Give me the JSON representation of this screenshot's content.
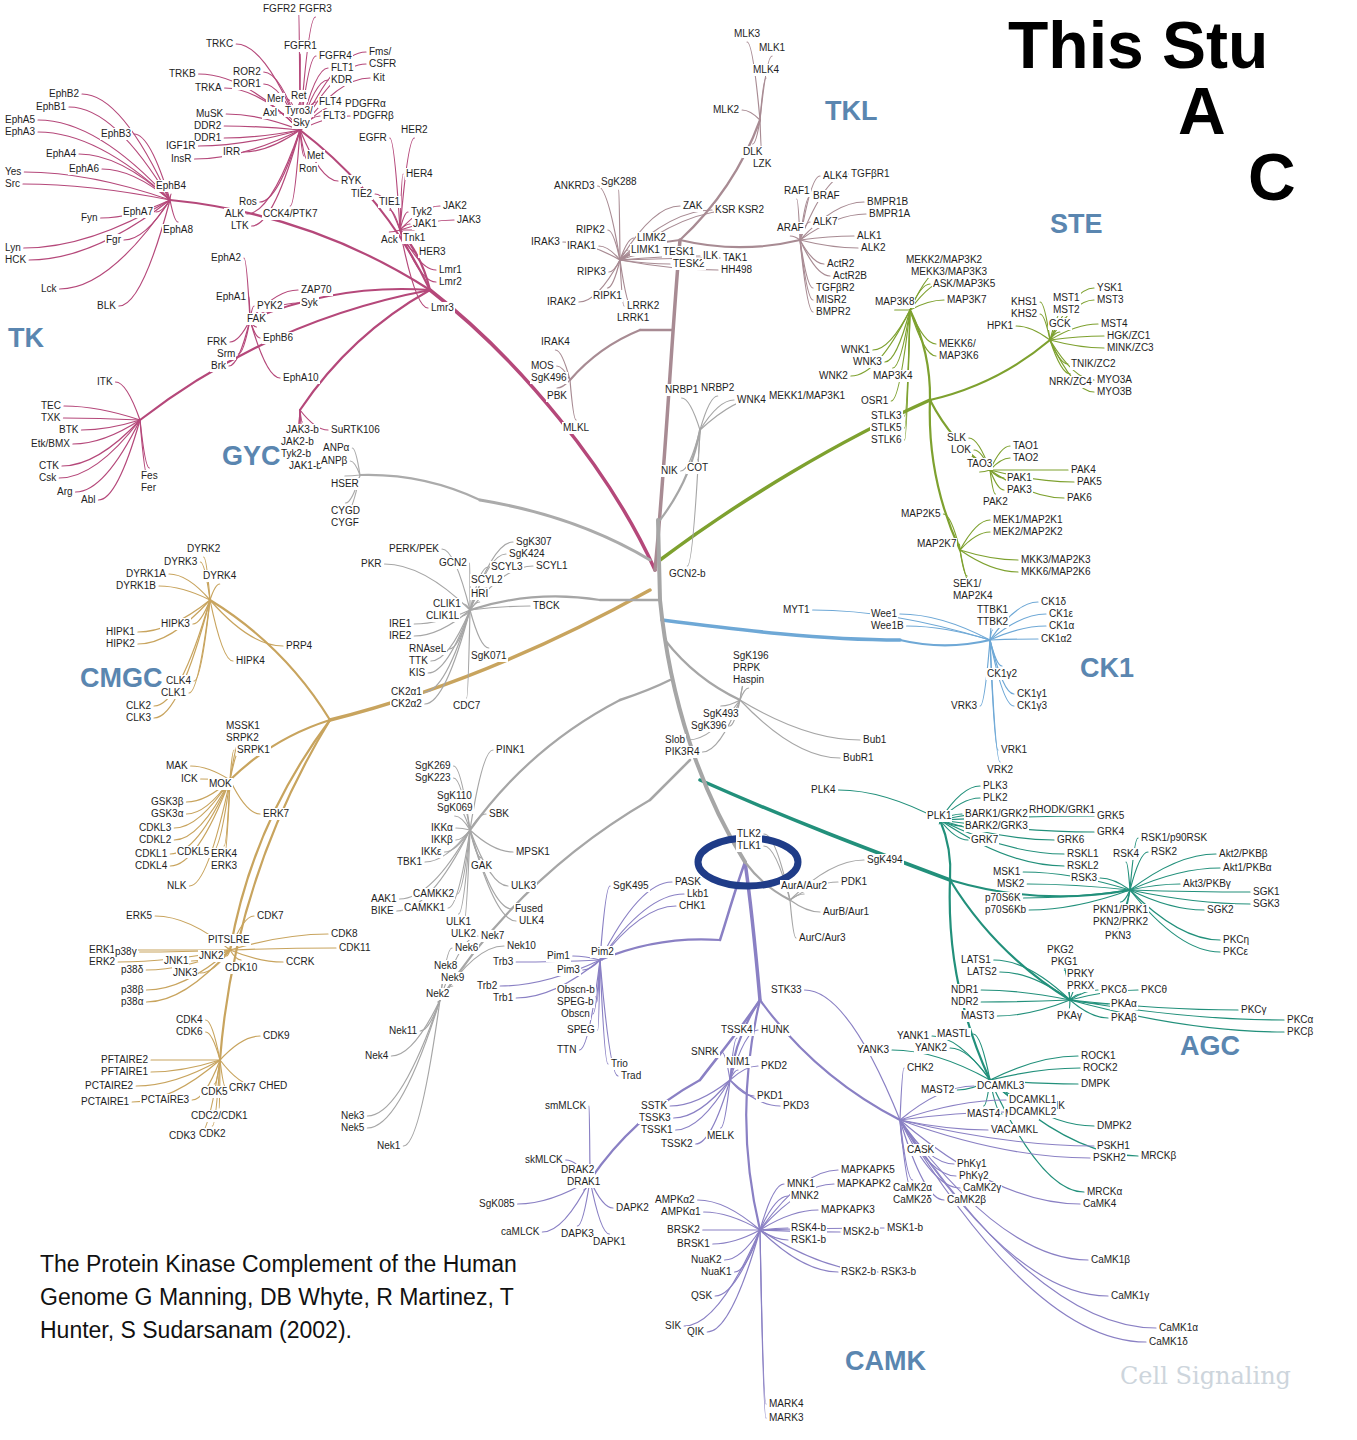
{
  "diagram": {
    "title": "This Stu",
    "caption": "The Protein Kinase Complement of the Human Genome G Manning, DB Whyte, R Martinez, T Hunter, S Sudarsanam (2002).",
    "labels": [
      "A",
      "C",
      "TK",
      "TKL",
      "STE",
      "CK1",
      "AGC",
      "CAMK",
      "CMGC",
      "GYC",
      "Cell Signaling",
      "FGFR2",
      "FGFR3",
      "FGFR1",
      "FGFR4",
      "FLT1",
      "KDR",
      "Fms/",
      "CSFR",
      "Kit",
      "TRKC",
      "TRKB",
      "TRKA",
      "ROR2",
      "ROR1",
      "MuSK",
      "DDR2",
      "DDR1",
      "Mer",
      "Ret",
      "Axl",
      "Tyro3/",
      "Sky",
      "FLT4",
      "FLT3",
      "PDGFRα",
      "PDGFRβ",
      "IGF1R",
      "InsR",
      "IRR",
      "Met",
      "Ron",
      "Ros",
      "ALK",
      "LTK",
      "CCK4/PTK7",
      "RYK",
      "EGFR",
      "HER2",
      "HER4",
      "TIE2",
      "TIE1",
      "Tyk2",
      "JAK1",
      "JAK2",
      "JAK3",
      "Ack",
      "Tnk1",
      "HER3",
      "Lmr1",
      "Lmr2",
      "Lmr3",
      "EphB2",
      "EphB1",
      "EphA5",
      "EphA3",
      "EphB3",
      "EphA4",
      "EphA6",
      "Yes",
      "Src",
      "EphB4",
      "EphA7",
      "Fyn",
      "EphA8",
      "Fgr",
      "Lyn",
      "HCK",
      "Lck",
      "BLK",
      "EphA2",
      "EphA1",
      "PYK2",
      "FAK",
      "ZAP70",
      "Syk",
      "FRK",
      "Srm",
      "Brk",
      "EphB6",
      "EphA10",
      "ITK",
      "TEC",
      "TXK",
      "BTK",
      "Etk/BMX",
      "CTK",
      "Csk",
      "Arg",
      "Abl",
      "Fes",
      "Fer",
      "JAK3-b",
      "JAK2-b",
      "Tyk2-b",
      "JAK1-b",
      "SuRTK106",
      "ANPα",
      "ANPβ",
      "HSER",
      "CYGD",
      "CYGF",
      "DYRK2",
      "DYRK3",
      "DYRK1A",
      "DYRK1B",
      "DYRK4",
      "HIPK3",
      "HIPK1",
      "HIPK2",
      "HIPK4",
      "PRP4",
      "CLK4",
      "CLK1",
      "CLK2",
      "CLK3",
      "MSSK1",
      "SRPK2",
      "SRPK1",
      "MAK",
      "ICK",
      "MOK",
      "GSK3β",
      "GSK3α",
      "CDKL3",
      "CDKL2",
      "CDKL1",
      "CDKL4",
      "CDKL5",
      "ERK4",
      "ERK3",
      "ERK7",
      "NLK",
      "ERK5",
      "ERK1",
      "ERK2",
      "p38γ",
      "p38δ",
      "p38β",
      "p38α",
      "JNK1",
      "JNK3",
      "JNK2",
      "CDK10",
      "PITSLRE",
      "CDK7",
      "CDK8",
      "CDK11",
      "CCRK",
      "CDK4",
      "CDK6",
      "CDK9",
      "PFTAIRE2",
      "PFTAIRE1",
      "PCTAIRE2",
      "PCTAIRE1",
      "PCTAIRE3",
      "CDK5",
      "CRK7",
      "CHED",
      "CDC2/CDK1",
      "CDK3",
      "CDK2",
      "PERK/PEK",
      "PKR",
      "GCN2",
      "SgK307",
      "SgK424",
      "SCYL3",
      "SCYL1",
      "SCYL2",
      "HRI",
      "CLIK1",
      "CLIK1L",
      "TBCK",
      "IRE1",
      "IRE2",
      "RNAseL",
      "TTK",
      "KIS",
      "SgK071",
      "CK2α1",
      "CK2α2",
      "CDC7",
      "PINK1",
      "SgK269",
      "SgK223",
      "SgK110",
      "SgK069",
      "SBK",
      "IKKα",
      "IKKβ",
      "IKKε",
      "TBK1",
      "GAK",
      "MPSK1",
      "AAK1",
      "BIKE",
      "CAMKK1",
      "CAMKK2",
      "ULK1",
      "ULK2",
      "ULK3",
      "Fused",
      "ULK4",
      "Nek6",
      "Nek7",
      "Nek10",
      "Nek8",
      "Nek9",
      "Nek2",
      "Nek11",
      "Nek4",
      "Nek3",
      "Nek5",
      "Nek1",
      "MLK3",
      "MLK1",
      "MLK4",
      "MLK2",
      "DLK",
      "LZK",
      "RAF1",
      "BRAF",
      "ALK4",
      "TGFβR1",
      "ALK7",
      "BMPR1B",
      "BMPR1A",
      "ARAF",
      "ALK1",
      "ALK2",
      "ActR2",
      "ActR2B",
      "TGFβR2",
      "MISR2",
      "BMPR2",
      "ANKRD3",
      "SgK288",
      "ZAK",
      "KSR",
      "KSR2",
      "RIPK2",
      "IRAK3",
      "IRAK1",
      "LIMK2",
      "LIMK1",
      "TESK1",
      "TESK2",
      "ILK",
      "TAK1",
      "HH498",
      "RIPK3",
      "IRAK2",
      "RIPK1",
      "LRRK2",
      "LRRK1",
      "IRAK4",
      "MOS",
      "SgK496",
      "PBK",
      "MLKL",
      "MEKK2/MAP3K2",
      "MEKK3/MAP3K3",
      "ASK/MAP3K5",
      "MAP3K7",
      "MAP3K8",
      "MEKK6/",
      "MAP3K6",
      "WNK1",
      "WNK3",
      "WNK2",
      "MAP3K4",
      "OSR1",
      "STLK3",
      "STLK5",
      "STLK6",
      "KHS1",
      "KHS2",
      "MST1",
      "MST2",
      "YSK1",
      "MST3",
      "GCK",
      "HPK1",
      "MST4",
      "HGK/ZC1",
      "MINK/ZC3",
      "TNIK/ZC2",
      "NRK/ZC4",
      "MYO3A",
      "MYO3B",
      "SLK",
      "LOK",
      "TAO3",
      "TAO1",
      "TAO2",
      "PAK1",
      "PAK3",
      "PAK2",
      "PAK4",
      "PAK5",
      "PAK6",
      "MAP2K5",
      "MEK1/MAP2K1",
      "MEK2/MAP2K2",
      "MAP2K7",
      "MKK3/MAP2K3",
      "MKK6/MAP2K6",
      "SEK1/",
      "MAP2K4",
      "NRBP1",
      "NRBP2",
      "WNK4",
      "MEKK1/MAP3K1",
      "NIK",
      "COT",
      "GCN2-b",
      "MYT1",
      "Wee1",
      "Wee1B",
      "TTBK1",
      "TTBK2",
      "CK1δ",
      "CK1ε",
      "CK1α",
      "CK1α2",
      "CK1γ2",
      "CK1γ1",
      "CK1γ3",
      "VRK3",
      "VRK1",
      "VRK2",
      "SgK196",
      "PRPK",
      "Haspin",
      "SgK493",
      "SgK396",
      "Slob",
      "PIK3R4",
      "Bub1",
      "BubR1",
      "PLK4",
      "PLK3",
      "PLK2",
      "PLK1",
      "BARK1/GRK2",
      "BARK2/GRK3",
      "RHODK/GRK1",
      "GRK7",
      "GRK5",
      "GRK4",
      "GRK6",
      "RSKL1",
      "RSKL2",
      "RSK1/p90RSK",
      "RSK4",
      "RSK2",
      "RSK3",
      "Akt2/PKBβ",
      "Akt1/PKBα",
      "Akt3/PKBγ",
      "SGK1",
      "SGK3",
      "SGK2",
      "MSK1",
      "MSK2",
      "p70S6K",
      "p70S6Kb",
      "PKN1/PRK1",
      "PKN2/PRK2",
      "PKN3",
      "PKCη",
      "PKCε",
      "PKG2",
      "PKG1",
      "LATS1",
      "LATS2",
      "NDR1",
      "NDR2",
      "MAST3",
      "PRKY",
      "PRKX",
      "PKCδ",
      "PKCθ",
      "PKAα",
      "PKAγ",
      "PKAβ",
      "PKCγ",
      "PKCα",
      "PKCβ",
      "YANK1",
      "YANK2",
      "YANK3",
      "MASTL",
      "MAST2",
      "ROCK1",
      "ROCK2",
      "DMPK",
      "CRIK",
      "MAST4",
      "MAST1",
      "DMPK2",
      "MRCKβ",
      "MRCKα",
      "TLK2",
      "TLK1",
      "SgK494",
      "PDK1",
      "AurA/Aur2",
      "AurB/Aur1",
      "AurC/Aur3",
      "SgK495",
      "PASK",
      "Lkb1",
      "CHK1",
      "Pim1",
      "Pim2",
      "Pim3",
      "Trb3",
      "Trb2",
      "Trb1",
      "Obscn-b",
      "SPEG-b",
      "Obscn",
      "SPEG",
      "TTN",
      "Trio",
      "Trad",
      "STK33",
      "CHK2",
      "DCAMKL3",
      "DCAMKL1",
      "DCAMKL2",
      "VACAMKL",
      "PSKH1",
      "PSKH2",
      "CASK",
      "PhKγ1",
      "PhKγ2",
      "CaMK2γ",
      "CaMK2β",
      "CaMK2α",
      "CaMK2δ",
      "CaMK4",
      "CaMK1β",
      "CaMK1γ",
      "CaMK1α",
      "CaMK1δ",
      "TSSK4",
      "HUNK",
      "SNRK",
      "NIM1",
      "PKD2",
      "PKD1",
      "PKD3",
      "SSTK",
      "TSSK3",
      "TSSK1",
      "TSSK2",
      "MELK",
      "smMLCK",
      "skMLCK",
      "DRAK2",
      "DRAK1",
      "SgK085",
      "caMLCK",
      "DAPK3",
      "DAPK1",
      "DAPK2",
      "AMPKα2",
      "AMPKα1",
      "BRSK2",
      "BRSK1",
      "NuaK2",
      "NuaK1",
      "QSK",
      "SIK",
      "QIK",
      "MARK4",
      "MARK3",
      "MNK1",
      "MNK2",
      "MAPKAPK5",
      "MAPKAPK2",
      "MAPKAPK3",
      "RSK4-b",
      "RSK1-b",
      "MSK2-b",
      "MSK1-b",
      "RSK2-b",
      "RSK3-b"
    ]
  }
}
